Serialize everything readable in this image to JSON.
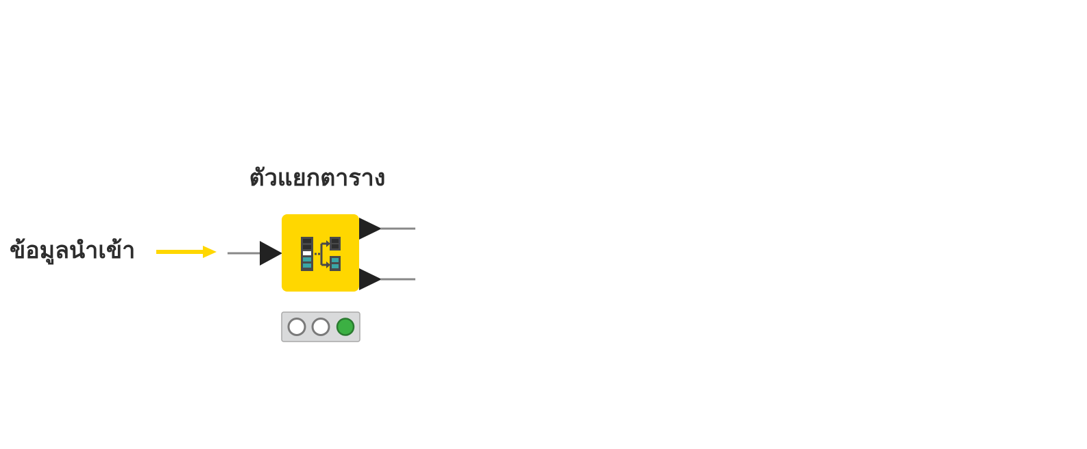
{
  "node": {
    "title": "ตัวแยกตาราง",
    "icon": "table-splitter-icon",
    "color": "#FFD700",
    "status": {
      "lights": [
        "off",
        "off",
        "on"
      ],
      "on_color": "#3cb043"
    }
  },
  "input": {
    "label": "ข้อมูลนำเข้า",
    "arrow_color": "#FFD700"
  }
}
